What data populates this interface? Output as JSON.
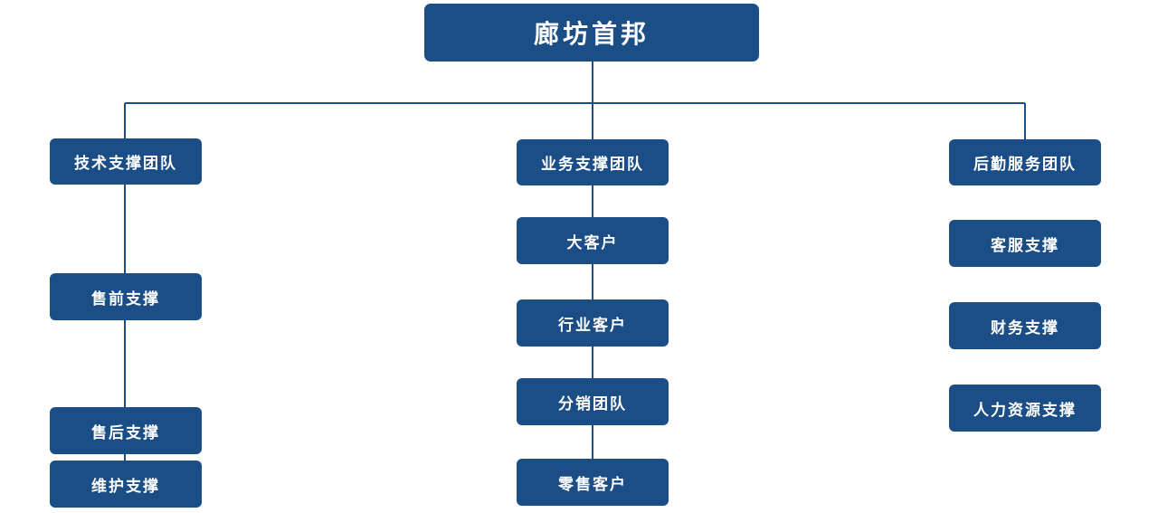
{
  "chart_data": {
    "type": "diagram",
    "root": "廊坊首邦",
    "branches": [
      {
        "name": "技术支撑团队",
        "children": [
          "售前支撑",
          "售后支撑",
          "维护支撑"
        ]
      },
      {
        "name": "业务支撑团队",
        "children": [
          "大客户",
          "行业客户",
          "分销团队",
          "零售客户"
        ]
      },
      {
        "name": "后勤服务团队",
        "children": [
          "客服支撑",
          "财务支撑",
          "人力资源支撑"
        ]
      }
    ]
  },
  "colors": {
    "node_fill": "#1b4d86",
    "node_text": "#ffffff",
    "connector": "#1b4d86"
  }
}
